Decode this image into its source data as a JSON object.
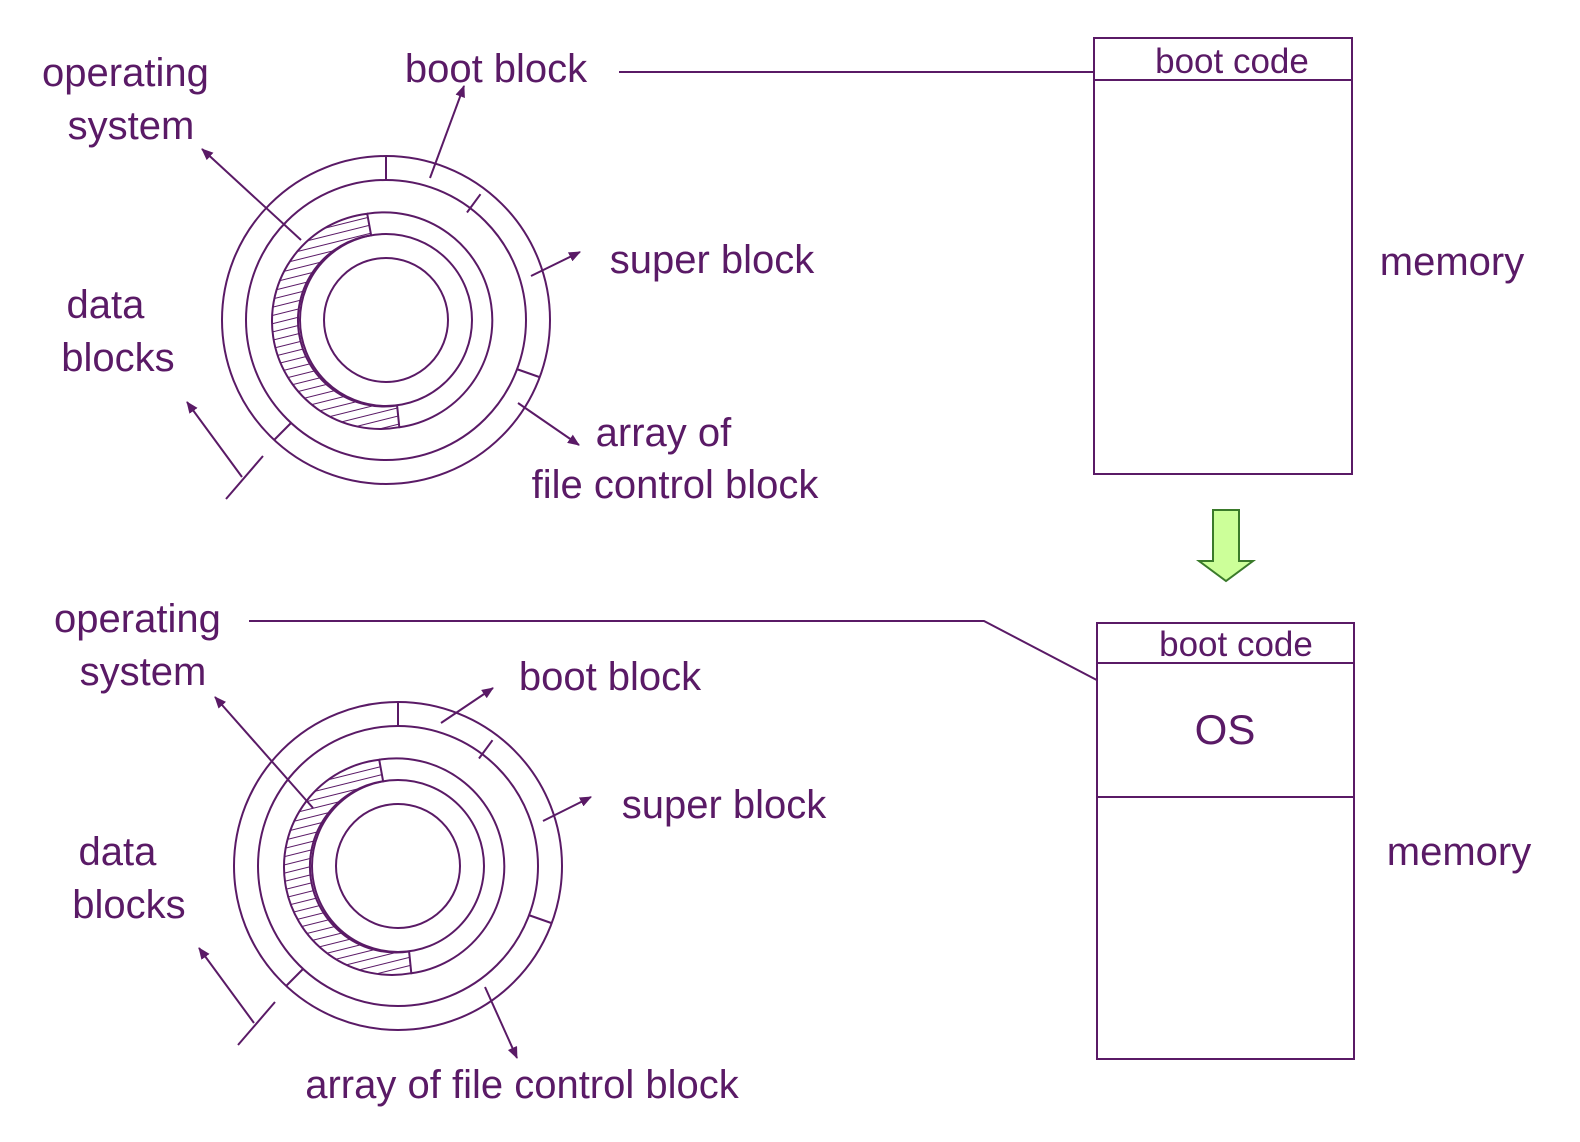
{
  "colors": {
    "ink": "#5a1a66",
    "transition_arrow_fill": "#ccff99",
    "transition_arrow_stroke": "#3a7a2a"
  },
  "top": {
    "labels": {
      "operating_system": [
        "operating",
        "system"
      ],
      "boot_block": "boot block",
      "super_block": "super block",
      "data_blocks": [
        "data",
        "blocks"
      ],
      "array_fcb": [
        "array of",
        "file control block"
      ]
    },
    "memory": {
      "boot_code": "boot code",
      "label": "memory"
    }
  },
  "bottom": {
    "labels": {
      "operating_system": [
        "operating",
        "system"
      ],
      "boot_block": "boot block",
      "super_block": "super block",
      "data_blocks": [
        "data",
        "blocks"
      ],
      "array_fcb": "array of file control block"
    },
    "memory": {
      "boot_code": "boot code",
      "os": "OS",
      "label": "memory"
    }
  },
  "icons": {
    "transition": "down-arrow-icon"
  }
}
